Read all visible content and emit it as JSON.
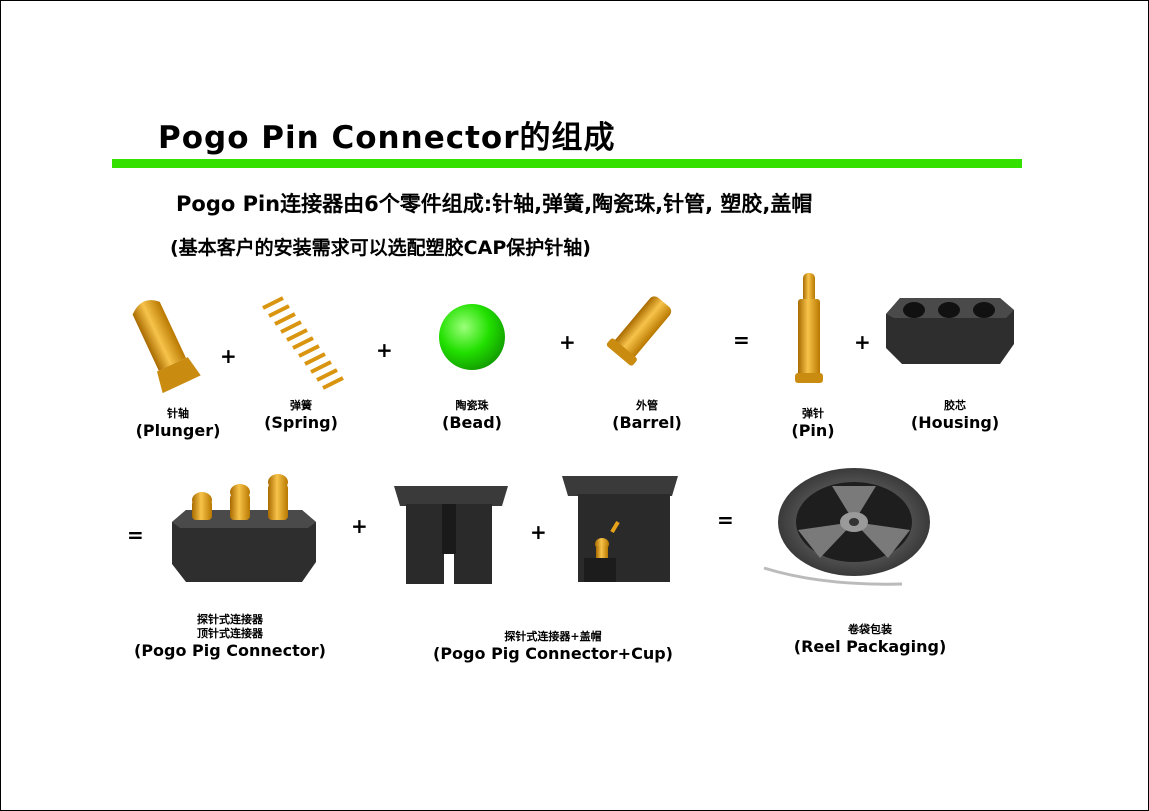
{
  "title": "Pogo Pin Connector的组成",
  "intro": {
    "line1": "Pogo Pin连接器由6个零件组成:针轴,弹簧,陶瓷珠,针管, 塑胶,盖帽",
    "line2": "(基本客户的安装需求可以选配塑胶CAP保护针轴)"
  },
  "row1": {
    "plunger": {
      "cn": "针轴",
      "en": "(Plunger)"
    },
    "spring": {
      "cn": "弹簧",
      "en": "(Spring)"
    },
    "bead": {
      "cn": "陶瓷珠",
      "en": "(Bead)"
    },
    "barrel": {
      "cn": "外管",
      "en": "(Barrel)"
    },
    "pin": {
      "cn": "弹针",
      "en": "(Pin)"
    },
    "housing": {
      "cn": "胶芯",
      "en": "(Housing)"
    }
  },
  "row2": {
    "connector": {
      "cn1": "探针式连接器",
      "cn2": "顶针式连接器",
      "en": "(Pogo Pig Connector)"
    },
    "connector_cup": {
      "cn": "探针式连接器+盖帽",
      "en": "(Pogo Pig Connector+Cup)"
    },
    "reel": {
      "cn": "卷袋包装",
      "en": "(Reel Packaging)"
    }
  },
  "operators": {
    "plus": "+",
    "equals": "="
  },
  "colors": {
    "accent_rule": "#33e000",
    "gold": "#e6a21a",
    "bead_green": "#22e000",
    "housing_black": "#2b2b2b"
  }
}
